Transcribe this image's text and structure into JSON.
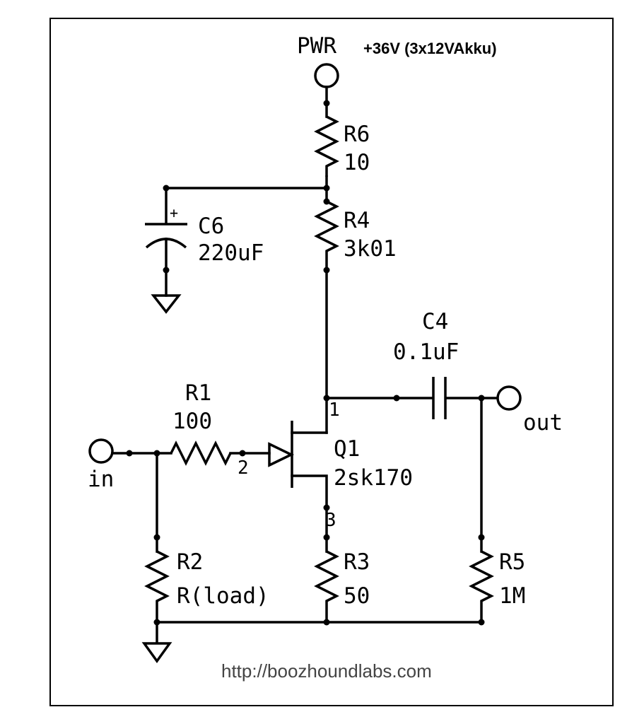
{
  "power": {
    "label": "PWR",
    "note": "+36V (3x12VAkku)"
  },
  "components": {
    "R6": {
      "ref": "R6",
      "value": "10"
    },
    "R4": {
      "ref": "R4",
      "value": "3k01"
    },
    "C6": {
      "ref": "C6",
      "value": "220uF",
      "polarity": "+"
    },
    "C4": {
      "ref": "C4",
      "value": "0.1uF"
    },
    "R1": {
      "ref": "R1",
      "value": "100"
    },
    "Q1": {
      "ref": "Q1",
      "value": "2sk170",
      "pins": {
        "drain": "1",
        "gate": "2",
        "source": "3"
      }
    },
    "R2": {
      "ref": "R2",
      "value": "R(load)"
    },
    "R3": {
      "ref": "R3",
      "value": "50"
    },
    "R5": {
      "ref": "R5",
      "value": "1M"
    }
  },
  "terminals": {
    "input": "in",
    "output": "out"
  },
  "credit": "http://boozhoundlabs.com"
}
